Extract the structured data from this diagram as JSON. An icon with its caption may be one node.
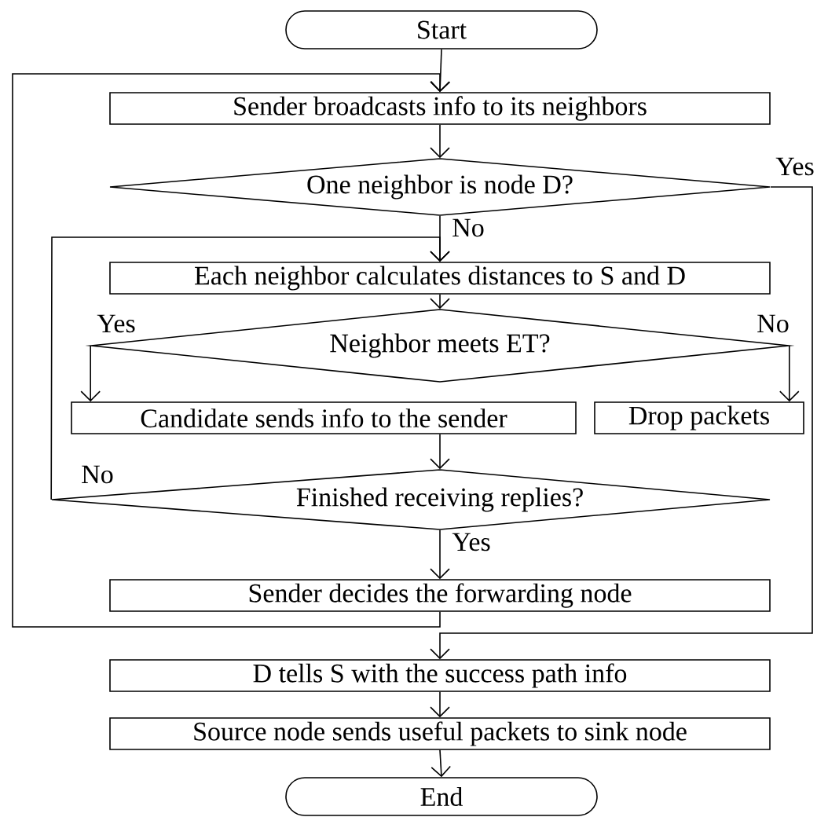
{
  "diagram": {
    "nodes": [
      {
        "text": [
          "Start"
        ]
      },
      {
        "text": [
          "Sender broadcasts info to its neighbors"
        ]
      },
      {
        "text": [
          "One neighbor is node D?"
        ]
      },
      {
        "text": [
          "Each neighbor calculates distances to S and D"
        ]
      },
      {
        "text": [
          "Neighbor meets ET?"
        ]
      },
      {
        "text": [
          "Candidate sends info to the sender"
        ]
      },
      {
        "text": [
          "Drop packets"
        ]
      },
      {
        "text": [
          "Finished receiving replies?"
        ]
      },
      {
        "text": [
          "Sender decides the forwarding node"
        ]
      },
      {
        "text": [
          "D tells S with the success path info"
        ]
      },
      {
        "text": [
          "Source node sends useful packets to sink node"
        ]
      },
      {
        "text": [
          "End"
        ]
      }
    ],
    "edges": [
      {
        "from": 0,
        "to": 1,
        "arrow": "to"
      },
      {
        "from": 1,
        "to": 2,
        "arrow": "to"
      },
      {
        "from": 2,
        "to": 9,
        "arrow": "to",
        "label": "Yes"
      },
      {
        "from": 2,
        "to": 3,
        "arrow": "to",
        "label": "No"
      },
      {
        "from": 3,
        "to": 4,
        "arrow": "to"
      },
      {
        "from": 4,
        "to": 5,
        "arrow": "to",
        "label": "Yes"
      },
      {
        "from": 4,
        "to": 6,
        "arrow": "to",
        "label": "No"
      },
      {
        "from": 5,
        "to": 7,
        "arrow": "to"
      },
      {
        "from": 7,
        "to": 3,
        "arrow": "to",
        "label": "No"
      },
      {
        "from": 7,
        "to": 8,
        "arrow": "to",
        "label": "Yes"
      },
      {
        "from": 8,
        "to": 1,
        "arrow": "to"
      },
      {
        "from": 9,
        "to": 10,
        "arrow": "to"
      },
      {
        "from": 10,
        "to": 11,
        "arrow": "to"
      }
    ]
  }
}
